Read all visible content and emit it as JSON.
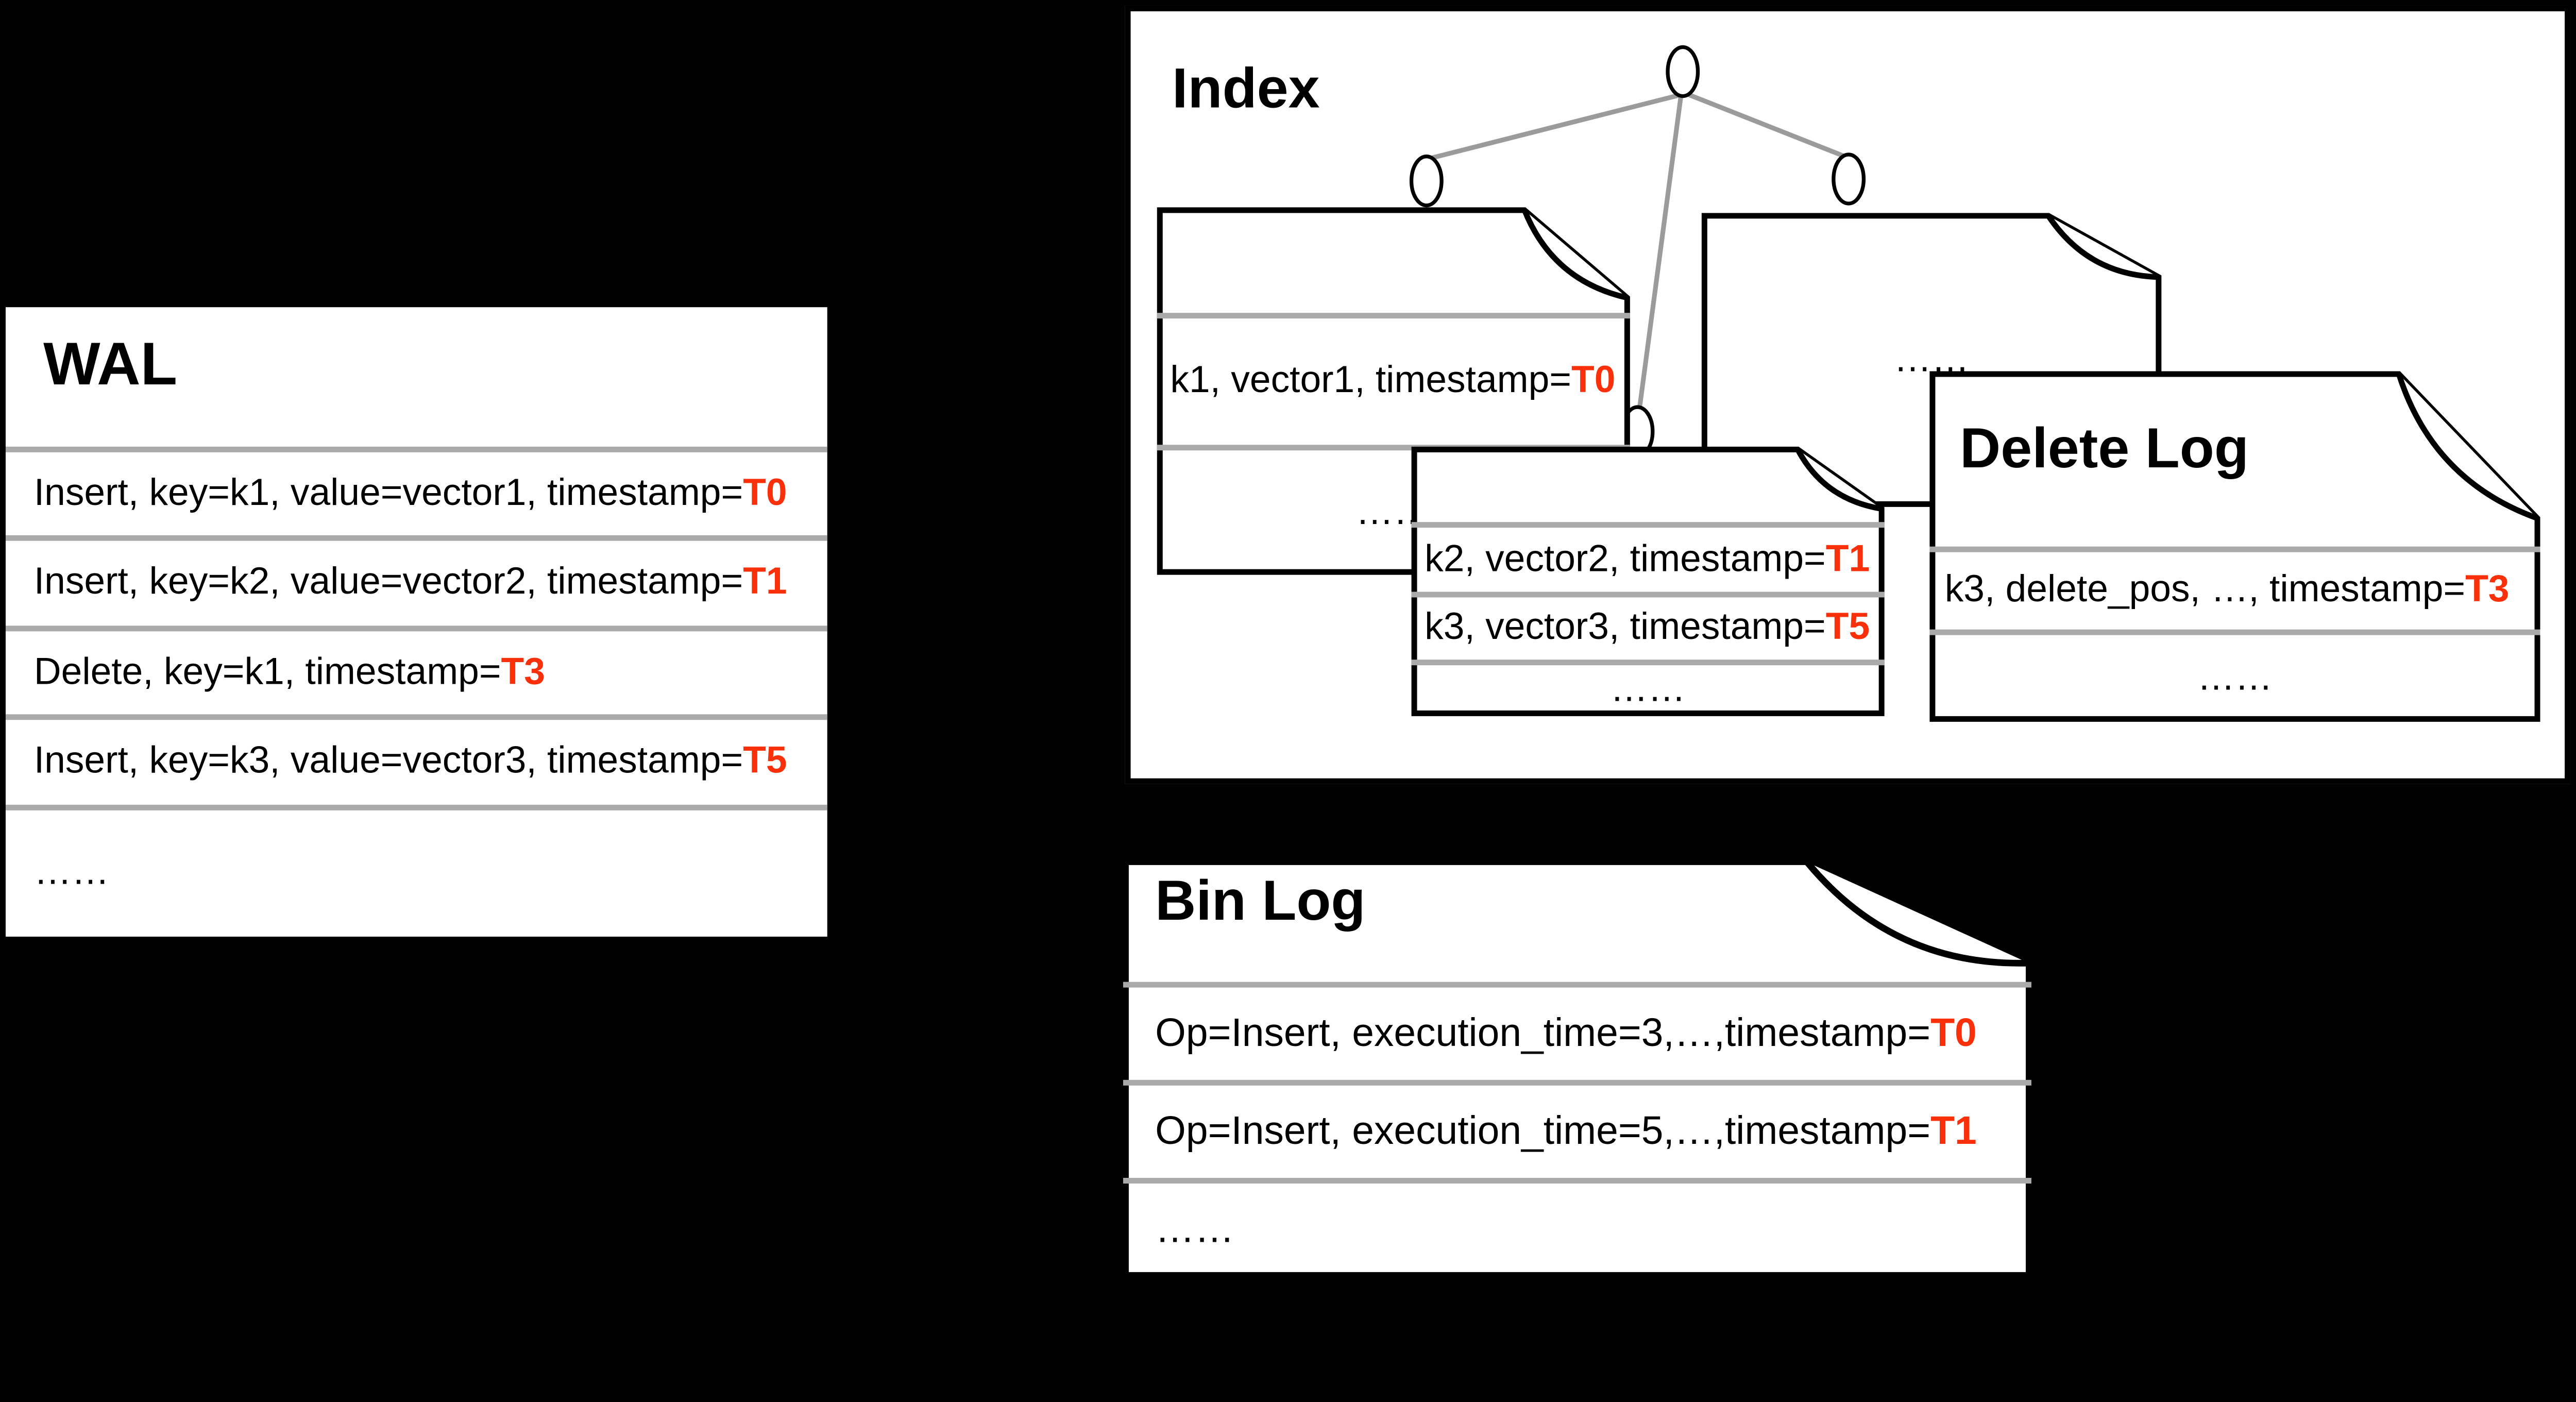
{
  "colors": {
    "background": "#000000",
    "box": "#FFFFFF",
    "border": "#000000",
    "separator": "#AAAAAA",
    "tree_line": "#9B9B9B",
    "timestamp_red": "#F93009"
  },
  "wal": {
    "title": "WAL",
    "rows": [
      {
        "text": "Insert, key=k1, value=vector1, timestamp=",
        "ts": "T0"
      },
      {
        "text": "Insert, key=k2, value=vector2, timestamp=",
        "ts": "T1"
      },
      {
        "text": "Delete, key=k1, timestamp=",
        "ts": "T3"
      },
      {
        "text": "Insert, key=k3, value=vector3, timestamp=",
        "ts": "T5"
      },
      {
        "text": "……"
      }
    ]
  },
  "index": {
    "title": "Index",
    "left_segment": {
      "rows": [
        {
          "text": "k1, vector1, timestamp=",
          "ts": "T0"
        },
        {
          "text": "……"
        }
      ]
    },
    "middle_segment": {
      "rows": [
        {
          "text": "k2, vector2, timestamp=",
          "ts": "T1"
        },
        {
          "text": "k3, vector3, timestamp=",
          "ts": "T5"
        },
        {
          "text": "……"
        }
      ]
    },
    "right_segment": {
      "rows": [
        {
          "text": "……"
        }
      ]
    }
  },
  "delete_log": {
    "title": "Delete Log",
    "rows": [
      {
        "text": "k3, delete_pos, …, timestamp=",
        "ts": "T3"
      },
      {
        "text": "……"
      }
    ]
  },
  "bin_log": {
    "title": "Bin Log",
    "rows": [
      {
        "text": "Op=Insert, execution_time=3,…,timestamp=",
        "ts": "T0"
      },
      {
        "text": "Op=Insert, execution_time=5,…,timestamp=",
        "ts": "T1"
      },
      {
        "text": "……"
      }
    ]
  }
}
